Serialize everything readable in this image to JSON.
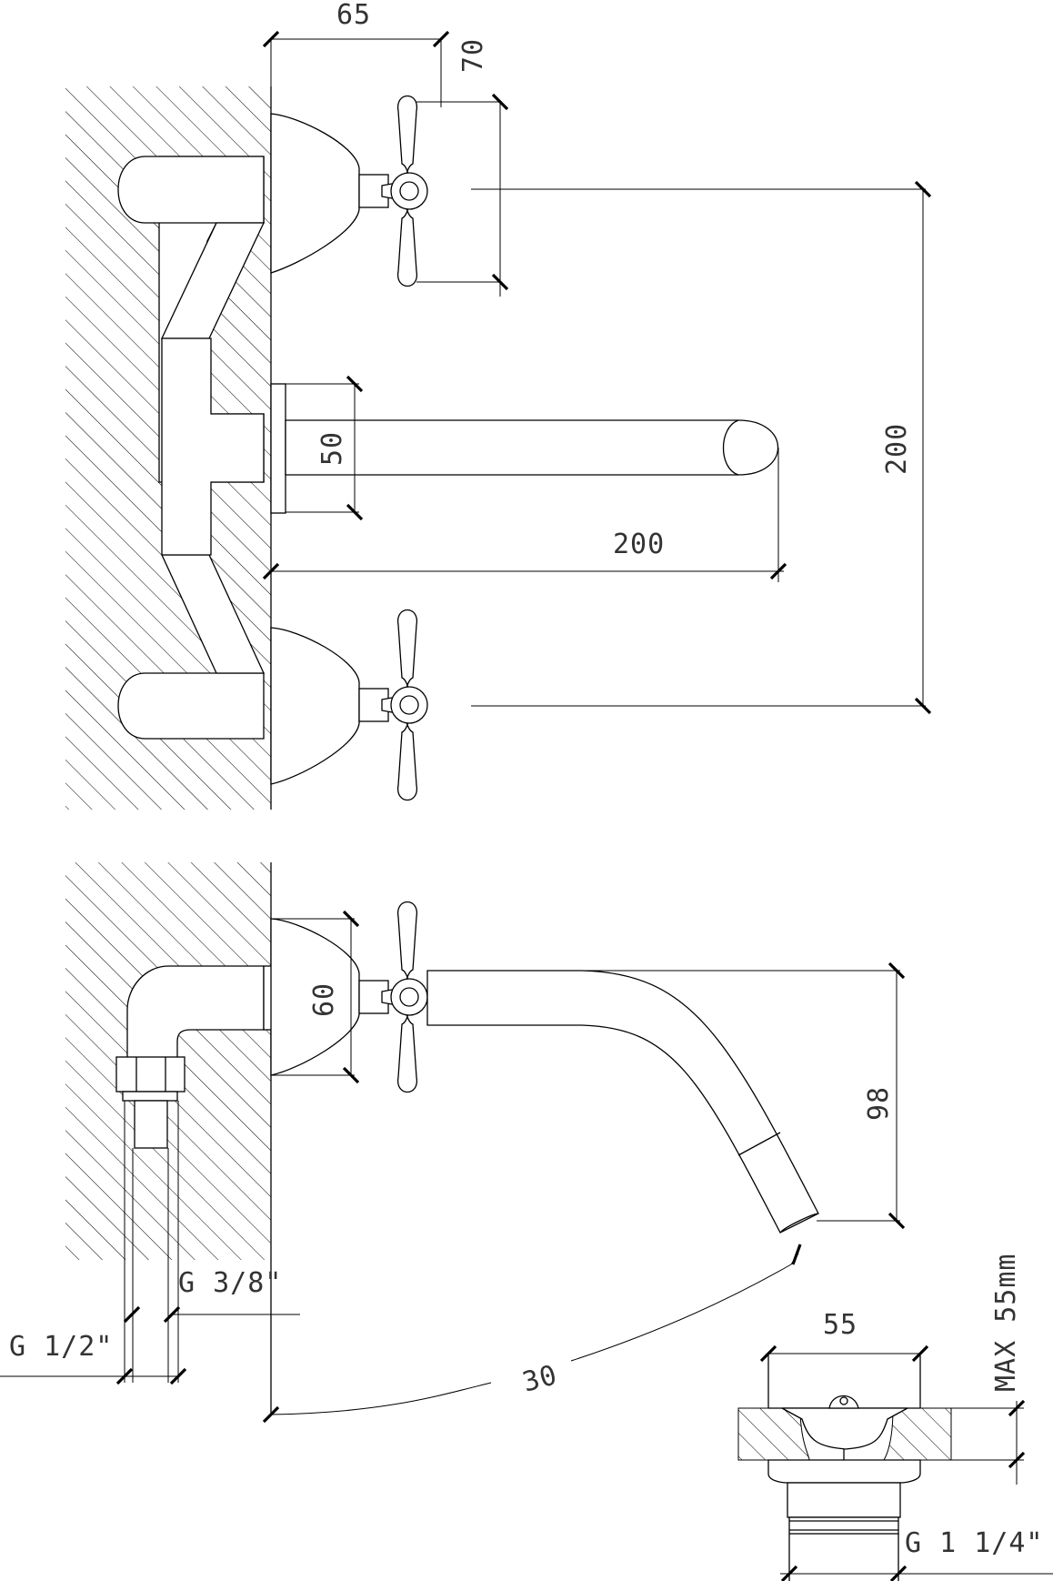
{
  "front_view": {
    "dim_handle_offset": "65",
    "dim_handle_span": "70",
    "dim_center_distance": "200",
    "dim_spout_height": "50",
    "dim_spout_length": "200"
  },
  "side_view": {
    "dim_rosette_height": "60",
    "dim_spout_drop": "98",
    "dim_swivel_angle": "30",
    "thread_inlet_large": "G 1/2\"",
    "thread_inlet_small": "G 3/8\""
  },
  "drain_detail": {
    "dim_width": "55",
    "dim_max_thickness": "MAX 55mm",
    "thread_outlet": "G 1 1/4\""
  }
}
